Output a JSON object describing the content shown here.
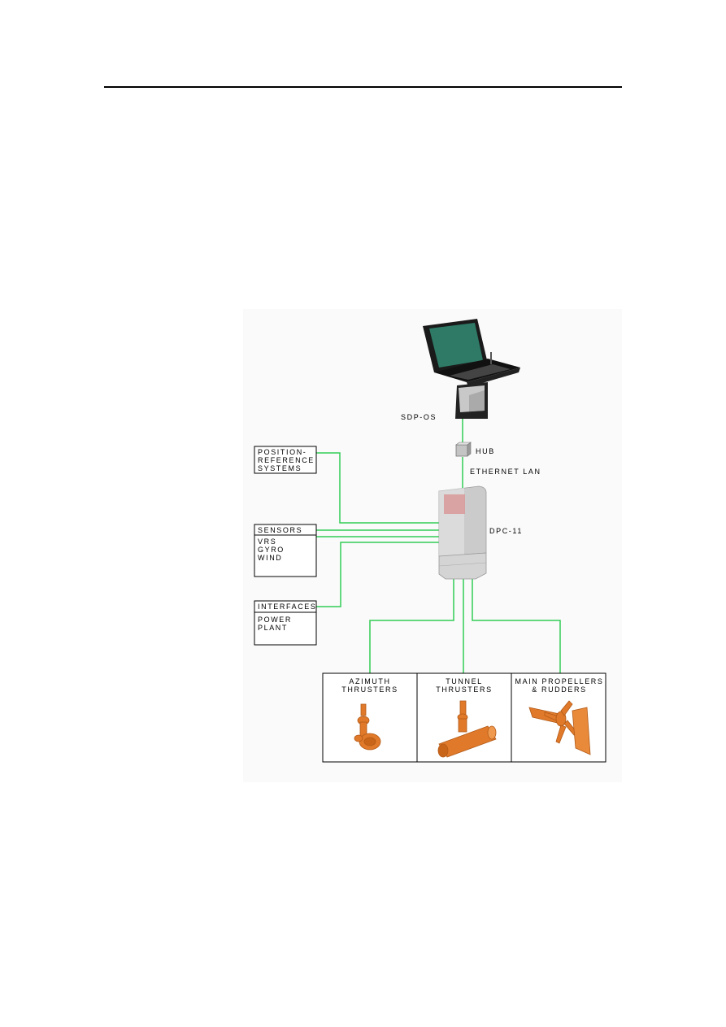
{
  "diagram": {
    "console_label": "SDP-OS",
    "hub_label": "HUB",
    "lan_label": "ETHERNET LAN",
    "controller_label": "DPC-11",
    "inputs": {
      "position_reference": [
        "POSITION-",
        "REFERENCE",
        "SYSTEMS"
      ],
      "sensors": {
        "title": "SENSORS",
        "items": [
          "VRS",
          "GYRO",
          "WIND"
        ]
      },
      "interfaces": {
        "title": "INTERFACES",
        "items": [
          "POWER",
          "PLANT"
        ]
      }
    },
    "outputs": [
      {
        "lines": [
          "AZIMUTH",
          "THRUSTERS"
        ],
        "icon": "azimuth-thruster-icon"
      },
      {
        "lines": [
          "TUNNEL",
          "THRUSTERS"
        ],
        "icon": "tunnel-thruster-icon"
      },
      {
        "lines": [
          "MAIN PROPELLERS",
          "& RUDDERS"
        ],
        "icon": "propeller-rudder-icon"
      }
    ],
    "colors": {
      "link": "#33cc55",
      "thruster": "#e07a2a",
      "cabinet": "#cfcfcf",
      "screen": "#2e7a66"
    }
  }
}
